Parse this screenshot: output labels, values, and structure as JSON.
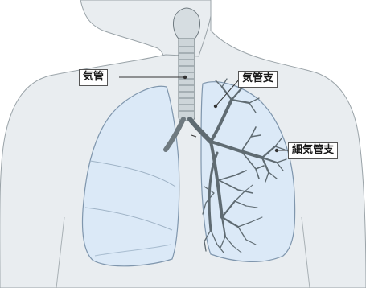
{
  "labels": {
    "trachea": "気管",
    "bronchus": "気管支",
    "bronchiole": "細気管支"
  },
  "colors": {
    "body_fill": "#e9edf0",
    "body_outline": "#9aa3a8",
    "lung_fill": "#dbe9f7",
    "lung_outline": "#7f96ad",
    "airway_tree": "#5f6b72"
  }
}
